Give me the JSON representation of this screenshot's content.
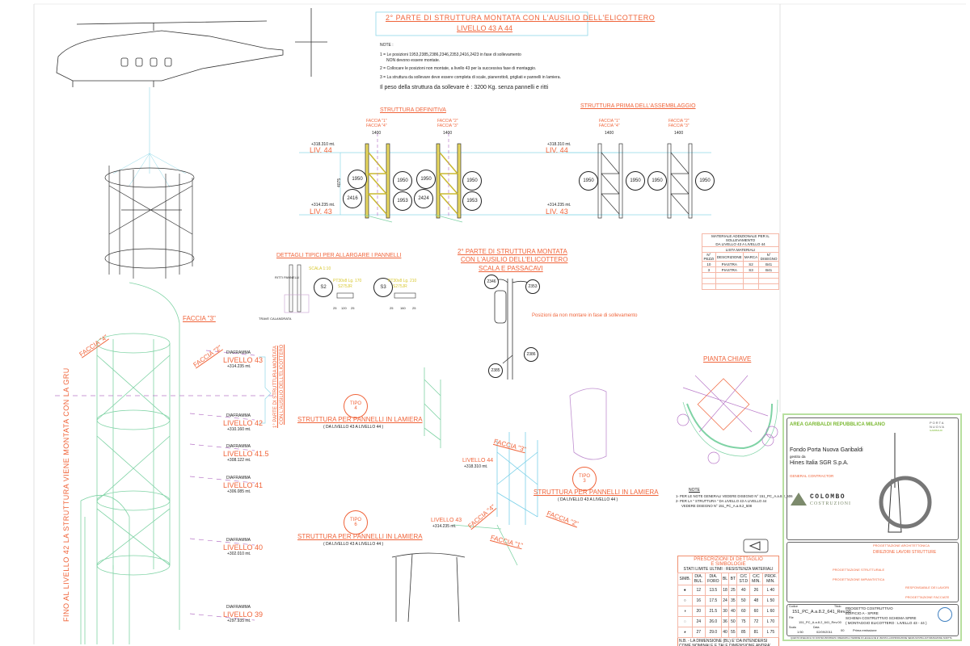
{
  "header": {
    "title_line1": "2° PARTE DI STRUTTURA MONTATA CON L'AUSILIO DELL'ELICOTTERO",
    "title_line2": "LIVELLO 43 A 44"
  },
  "notes": {
    "label": "NOTE :",
    "items": [
      "1 = Le posizioni 1953,2385,2386,2346,2353,2416,2423 in fase di sollevamento",
      "NON devono essere montate.",
      "2 = Collocare le posizioni non montate, a livello 43 per la successiva fase di montaggio.",
      "3 = La struttura da sollevare deve essere completa di scale, pianerottoli, grigliati e pannelli in lamiera."
    ],
    "weight": "Il peso della struttura da sollevare è : 3200 Kg. senza pannelli e ritti"
  },
  "section_definitiva": {
    "title": "STRUTTURA DEFINITIVA",
    "faces_left": [
      "FACCIA \"1\"",
      "FACCIA \"4\""
    ],
    "faces_right": [
      "FACCIA \"2\"",
      "FACCIA \"3\""
    ],
    "width_dim": "1400",
    "height_dim": "4075",
    "elev_top": "+318.310 mt.",
    "liv_top": "LIV. 44",
    "elev_bottom": "+314.235 mt.",
    "liv_bottom": "LIV. 43",
    "bubbles": [
      "1950",
      "2416",
      "1950",
      "1953",
      "1950",
      "2424",
      "1950",
      "1953"
    ]
  },
  "section_prima": {
    "title": "STRUTTURA PRIMA DELL'ASSEMBLAGGIO",
    "faces_left": [
      "FACCIA \"1\"",
      "FACCIA \"4\""
    ],
    "faces_right": [
      "FACCIA \"2\"",
      "FACCIA \"3\""
    ],
    "width_dim": "1400",
    "elev_top": "+318.310 mt.",
    "liv_top": "LIV. 44",
    "elev_bottom": "+314.235 mt.",
    "liv_bottom": "LIV. 43",
    "bubbles": [
      "1950",
      "1950",
      "1950",
      "1950"
    ]
  },
  "details": {
    "title": "DETTAGLI TIPICI PER ALLARGARE I PANNELLI",
    "scale": "SCALA 1:10",
    "ritti": "RITTI PANNELLI",
    "trave": "TRAVE CALANDRATA",
    "s2": "S2",
    "s2_spec": [
      "PT30x8 Lg. 170",
      "S275JR"
    ],
    "s2_dims": [
      "25",
      "120",
      "25"
    ],
    "s3": "S3",
    "s3_spec": [
      "PT30x8 Lg. 210",
      "S275JR"
    ],
    "s3_dims": [
      "25",
      "160",
      "25"
    ]
  },
  "scala": {
    "title": [
      "2° PARTE DI STRUTTURA MONTATA",
      "CON L'AUSILIO DELL'ELICOTTERO",
      "SCALA E PASSACAVI"
    ],
    "bubbles": [
      "2346",
      "2353",
      "2386",
      "2385"
    ],
    "note": "Posizioni da non montare in fase di sollevamento"
  },
  "materials": {
    "title": [
      "MATERIALE ADDIZIONALE PER IL SOLLEVAMENTO",
      "DA LIVELLO 43 A LIVELLO 44"
    ],
    "subtitle": "LISTA MATERIALI",
    "columns": [
      "N° PEZZI",
      "DESCRIZIONE",
      "MARCA",
      "N° DISEGNO"
    ],
    "rows": [
      [
        "10",
        "PIASTRA",
        "S2",
        "B41"
      ],
      [
        "3",
        "PIASTRA",
        "S3",
        "B41"
      ]
    ]
  },
  "tower": {
    "vertical_text": "FINO AL LIVELLO 42 LA STRUTTURA VIENE MONTATA CON LA GRU",
    "first_part": [
      "1° PARTE DI STRUTTURA MONTATA",
      "CON L'AUSILIO DELL'ELICOTTERO"
    ],
    "faces": [
      "FACCIA \"4\"",
      "FACCIA \"3\"",
      "FACCIA \"2\""
    ],
    "levels": [
      {
        "label": "DIAFRAMMA",
        "level": "LIVELLO 43",
        "elev": "+314.235 mt."
      },
      {
        "label": "DIAFRAMMA",
        "level": "LIVELLO 42",
        "elev": "+310.160 mt."
      },
      {
        "label": "DIAFRAMMA",
        "level": "LIVELLO 41.5",
        "elev": "+308.122 mt."
      },
      {
        "label": "DIAFRAMMA",
        "level": "LIVELLO 41",
        "elev": "+306.085 mt."
      },
      {
        "label": "DIAFRAMMA",
        "level": "LIVELLO 40",
        "elev": "+302.010 mt."
      },
      {
        "label": "DIAFRAMMA",
        "level": "LIVELLO 39",
        "elev": "+297.935 mt."
      }
    ]
  },
  "types": {
    "tipo4": {
      "tag": [
        "TIPO",
        "4"
      ],
      "title": "STRUTTURA PER PANNELLI IN LAMIERA",
      "range": "( DA LIVELLO 43 A LIVELLO 44 )"
    },
    "tipo6": {
      "tag": [
        "TIPO",
        "6"
      ],
      "title": "STRUTTURA PER PANNELLI IN LAMIERA",
      "range": "( DA LIVELLO 43 A LIVELLO 44 )"
    },
    "tipo3": {
      "tag": [
        "TIPO",
        "3"
      ],
      "title": "STRUTTURA PER PANNELLI IN LAMIERA",
      "range": "( DA LIVELLO 43 A LIVELLO 44 )"
    }
  },
  "iso": {
    "faces": [
      "FACCIA \"3\"",
      "FACCIA \"4\"",
      "FACCIA \"1\"",
      "FACCIA \"2\""
    ],
    "liv44": "LIVELLO 44",
    "elev44": "+318.310 mt.",
    "liv43": "LIVELLO 43",
    "elev43": "+314.235 mt."
  },
  "pianta": {
    "title": "PIANTA CHIAVE",
    "note_label": "NOTE",
    "notes": [
      "1- PER LE NOTE GENERALI VEDERE DISEGNO N° 151_PC_A.a.8.2_506",
      "2- PER LA \" STRUTTURA \" DA LIVELLO 43 A LIVELLO 44",
      "VEDERE DISEGNO N° 151_PC_A.a.8.2_508"
    ]
  },
  "prescrizioni": {
    "title": [
      "PRESCRIZIONI DI DETTAGLIO",
      "E SIMBOLOGIE"
    ],
    "subtitle": "STATI LIMITE ULTIMI : RESISTENZA MATERIALI",
    "columns": [
      "SIMB.",
      "DIA. BUL.",
      "DIA. FORO",
      "BL",
      "BT",
      "C/C ST.D",
      "C/C MIN.",
      "PROF. MIN."
    ],
    "rows": [
      [
        "●",
        "12",
        "13.5",
        "18",
        "25",
        "40",
        "26",
        "L 40"
      ],
      [
        "○",
        "16",
        "17.5",
        "24",
        "35",
        "50",
        "48",
        "L 50"
      ],
      [
        "◑",
        "20",
        "21.5",
        "30",
        "40",
        "60",
        "60",
        "L 60"
      ],
      [
        "◌",
        "24",
        "26.0",
        "36",
        "50",
        "75",
        "72",
        "L 70"
      ],
      [
        "◕",
        "27",
        "29.0",
        "40",
        "55",
        "85",
        "81",
        "L 75"
      ]
    ],
    "nb": "N.B. - LA DIMENSIONE (BL) E' DA INTENDERSI COME NOMINALE E TALE DIMENSIONE ANDRA' ADEGUATA LA TOLLERANZA DI SOTTOLAMINAZIONE"
  },
  "titleblock": {
    "area": "AREA GARIBALDI REPUBBLICA MILANO",
    "client": "Fondo Porta Nuova Garibaldi",
    "managed_by": "gestito da",
    "manager": "Hines Italia SGR S.p.A.",
    "gc_label": "GENERAL CONTRACTOR",
    "gc_name": "COLOMBO",
    "gc_sub": "COSTRUZIONI",
    "brand": [
      "PORTA",
      "NUOVA",
      "GARIBALDI"
    ],
    "roles": [
      "PROGETTAZIONE ARCHITETTONICA",
      "DIREZIONE LAVORI STRUTTURE",
      "PROGETTAZIONE STRUTTURALE",
      "PROGETTAZIONE IMPIANTISTICA",
      "RESPONSABILE DEI LAVORI",
      "PROGETTAZIONE FACCIATE"
    ],
    "drawing_no_label": "Codice",
    "drawing_no": "151_PC_A.a.8.2_641_Rev.00",
    "file_label": "File",
    "file": "151_PC_A.a.8.2_641_Rev.00",
    "desc_label": "Titolo",
    "desc": [
      "PROGETTO COSTRUTTIVO",
      "EDIFICIO A - SPIRE",
      "SCHEMA COSTRUTTIVO   SCHEMA SPIRE",
      "( MONTAGGIO ELICOTTERO : LIVELLO 43 - 44 )"
    ],
    "scale_label": "Scala",
    "scale": "1:50",
    "date_label": "Data",
    "date": "02/09/2011",
    "rev": "00",
    "rev_desc": "Prima emissione",
    "footer": "QUESTO DISEGNO E' DI NOSTRA PROPRIETA' RISERVATA A TERMINE DI LEGGE E NE E' VIETATA LA RIPRODUZIONE SENZA NOSTRA AUTORIZZAZIONE SCRITTA"
  },
  "colors": {
    "accent": "#f0643a",
    "structure": "#7fd3a5",
    "frame": "#8fd8e8",
    "leader": "#b878c8",
    "yellow": "#d8c830"
  }
}
